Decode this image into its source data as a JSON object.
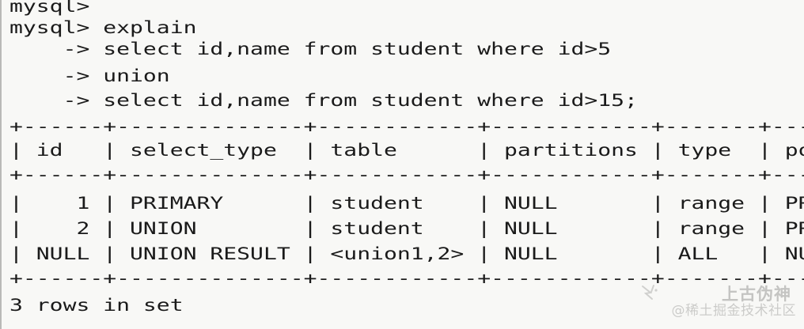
{
  "terminal": {
    "background_color": "#f8f8f6",
    "text_color": "#1a1a1a",
    "lines": [
      "mysql>",
      "mysql> explain",
      "    -> select id,name from student where id>5",
      "    -> union",
      "    -> select id,name from student where id>15;",
      "+------+--------------+------------+------------+-------+------",
      "| id   | select_type  | table      | partitions | type  | possi",
      "+------+--------------+------------+------------+-------+------",
      "|    1 | PRIMARY      | student    | NULL       | range | PRIMA",
      "|    2 | UNION        | student    | NULL       | range | PRIMA",
      "| NULL | UNION RESULT | <union1,2> | NULL       | ALL   | NULL ",
      "+------+--------------+------------+------------+-------+------",
      "3 rows in set"
    ],
    "query": {
      "statement": "explain",
      "select_1": "select id,name from student where id>5",
      "union_keyword": "union",
      "select_2": "select id,name from student where id>15;",
      "prompt": "mysql>",
      "continuation_prompt": "->"
    },
    "result_table": {
      "columns": [
        "id",
        "select_type",
        "table",
        "partitions",
        "type",
        "possi"
      ],
      "rows": [
        [
          "1",
          "PRIMARY",
          "student",
          "NULL",
          "range",
          "PRIMA"
        ],
        [
          "2",
          "UNION",
          "student",
          "NULL",
          "range",
          "PRIMA"
        ],
        [
          "NULL",
          "UNION RESULT",
          "<union1,2>",
          "NULL",
          "ALL",
          "NULL"
        ]
      ],
      "footer": "3 rows in set",
      "row_count": 3
    }
  },
  "watermark": {
    "main_text": "上古伪神",
    "sub_text": "@稀土掘金技术社区",
    "logo_icon": "bird-logo-icon",
    "color": "#9a9a98"
  }
}
